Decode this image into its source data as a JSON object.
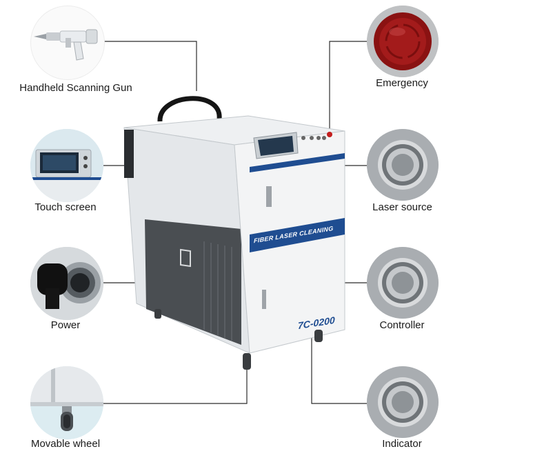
{
  "features": {
    "left": [
      {
        "name": "Handheld Scanning Gun",
        "icon": "scanning-gun-icon"
      },
      {
        "name": "Touch screen",
        "icon": "touch-screen-icon"
      },
      {
        "name": "Power",
        "icon": "power-key-icon"
      },
      {
        "name": "Movable wheel",
        "icon": "caster-wheel-icon"
      }
    ],
    "right": [
      {
        "name": "Emergency",
        "icon": "emergency-stop-icon"
      },
      {
        "name": "Laser source",
        "icon": "laser-source-button-icon"
      },
      {
        "name": "Controller",
        "icon": "controller-button-icon"
      },
      {
        "name": "Indicator",
        "icon": "indicator-button-icon"
      }
    ]
  },
  "machine": {
    "band_text": "FIBER LASER CLEANING",
    "model": "7C-0200"
  },
  "colors": {
    "panel": "#e6e9ec",
    "accent_blue": "#1f4d91",
    "steel": "#6e6e6e",
    "emergency_red": "#a01818",
    "leader_line": "#2b2b2b"
  }
}
